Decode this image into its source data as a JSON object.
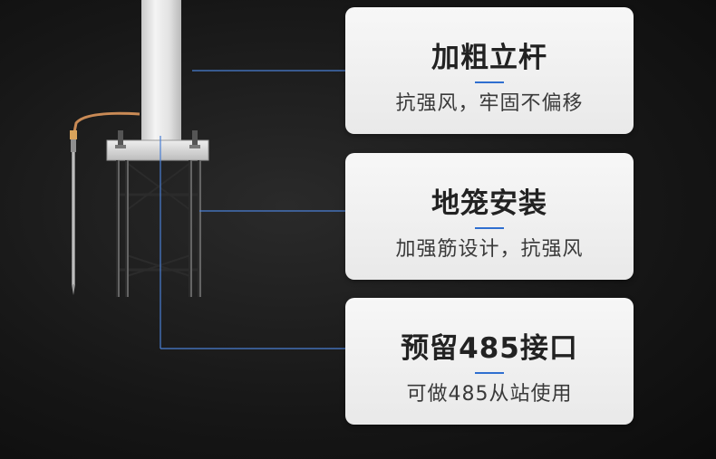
{
  "features": [
    {
      "title": "加粗立杆",
      "subtitle": "抗强风，牢固不偏移"
    },
    {
      "title": "地笼安装",
      "subtitle": "加强筋设计，抗强风"
    },
    {
      "title": "预留485接口",
      "subtitle": "可做485从站使用"
    }
  ],
  "colors": {
    "accent": "#2f6fd0",
    "leader_line": "#4a7fd4",
    "copper_wire": "#c98a55"
  }
}
